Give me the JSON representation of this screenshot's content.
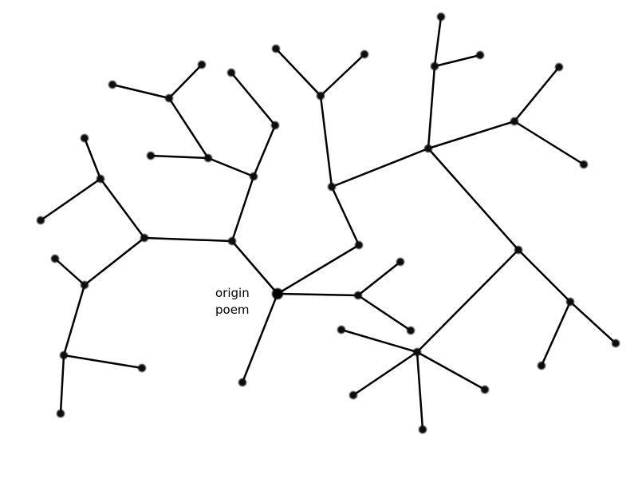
{
  "diagram": {
    "type": "tree",
    "root_label_line1": "origin",
    "root_label_line2": "poem",
    "line_color": "#000000",
    "node_color": "#111111",
    "background": "#ffffff"
  }
}
